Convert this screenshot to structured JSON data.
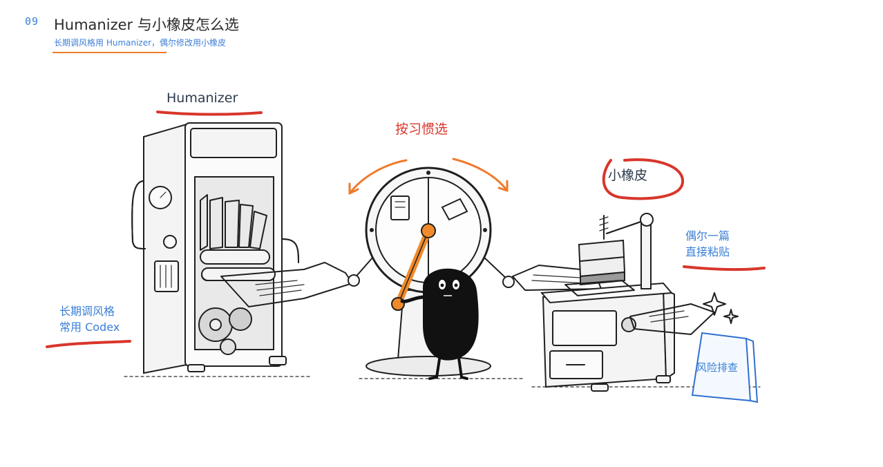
{
  "header": {
    "number": "09",
    "title": "Humanizer 与小橡皮怎么选",
    "subtitle": "长期调风格用 Humanizer，偶尔修改用小橡皮"
  },
  "illustration": {
    "left_label": "Humanizer",
    "left_note_line1": "长期调风格",
    "left_note_line2": "常用 Codex",
    "center_label": "按习惯选",
    "right_label": "小橡皮",
    "right_note_line1": "偶尔一篇",
    "right_note_line2": "直接粘贴",
    "sign_label": "风险排查"
  },
  "colors": {
    "blue": "#3a7fd6",
    "red": "#d8362b",
    "orange": "#f07a2a",
    "dark": "#2d3a4a"
  }
}
